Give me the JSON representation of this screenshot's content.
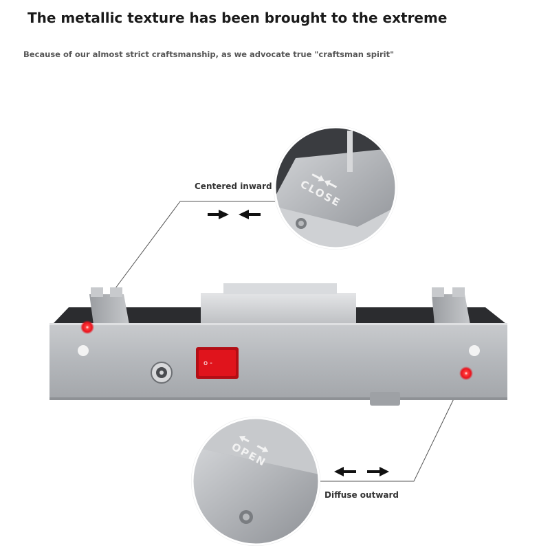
{
  "header": {
    "title": "The metallic texture has been brought to the extreme",
    "subtitle": "Because of our almost strict craftsmanship, as we advocate true \"craftsman spirit\""
  },
  "callouts": {
    "top": {
      "label": "Centered inward",
      "plate_text": "CLOSE"
    },
    "bottom": {
      "label": "Diffuse outward",
      "plate_text": "OPEN"
    }
  },
  "device": {
    "power_switch_text": "o -"
  },
  "colors": {
    "marker_red": "#e8141e",
    "switch_red": "#e0141c",
    "metal": "#b9bcc0",
    "leader_line": "#555555"
  },
  "icons": [
    "arrow-right-icon",
    "arrow-left-icon",
    "red-dot-marker",
    "power-switch",
    "dc-jack"
  ]
}
